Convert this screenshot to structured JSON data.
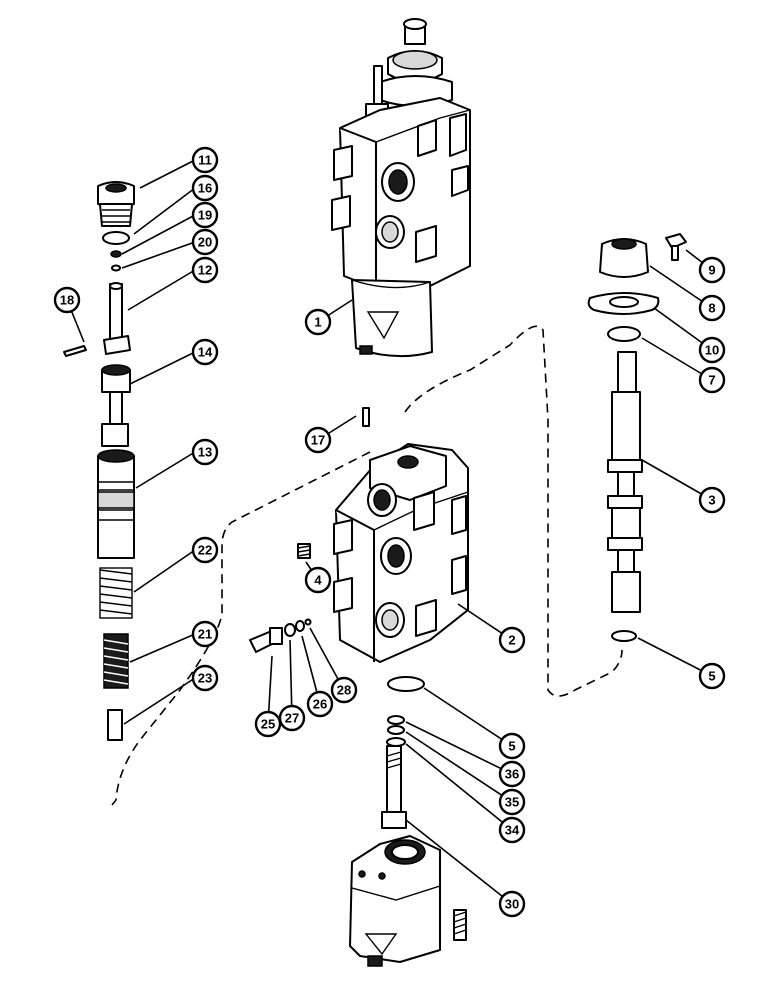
{
  "callouts": [
    {
      "id": "c1",
      "label": "1"
    },
    {
      "id": "c2",
      "label": "2"
    },
    {
      "id": "c3",
      "label": "3"
    },
    {
      "id": "c4",
      "label": "4"
    },
    {
      "id": "c5a",
      "label": "5"
    },
    {
      "id": "c5b",
      "label": "5"
    },
    {
      "id": "c7",
      "label": "7"
    },
    {
      "id": "c8",
      "label": "8"
    },
    {
      "id": "c9",
      "label": "9"
    },
    {
      "id": "c10",
      "label": "10"
    },
    {
      "id": "c11",
      "label": "11"
    },
    {
      "id": "c12",
      "label": "12"
    },
    {
      "id": "c13",
      "label": "13"
    },
    {
      "id": "c14",
      "label": "14"
    },
    {
      "id": "c16",
      "label": "16"
    },
    {
      "id": "c17",
      "label": "17"
    },
    {
      "id": "c18",
      "label": "18"
    },
    {
      "id": "c19",
      "label": "19"
    },
    {
      "id": "c20",
      "label": "20"
    },
    {
      "id": "c21",
      "label": "21"
    },
    {
      "id": "c22",
      "label": "22"
    },
    {
      "id": "c23",
      "label": "23"
    },
    {
      "id": "c25",
      "label": "25"
    },
    {
      "id": "c26",
      "label": "26"
    },
    {
      "id": "c27",
      "label": "27"
    },
    {
      "id": "c28",
      "label": "28"
    },
    {
      "id": "c30",
      "label": "30"
    },
    {
      "id": "c34",
      "label": "34"
    },
    {
      "id": "c35",
      "label": "35"
    },
    {
      "id": "c36",
      "label": "36"
    }
  ]
}
